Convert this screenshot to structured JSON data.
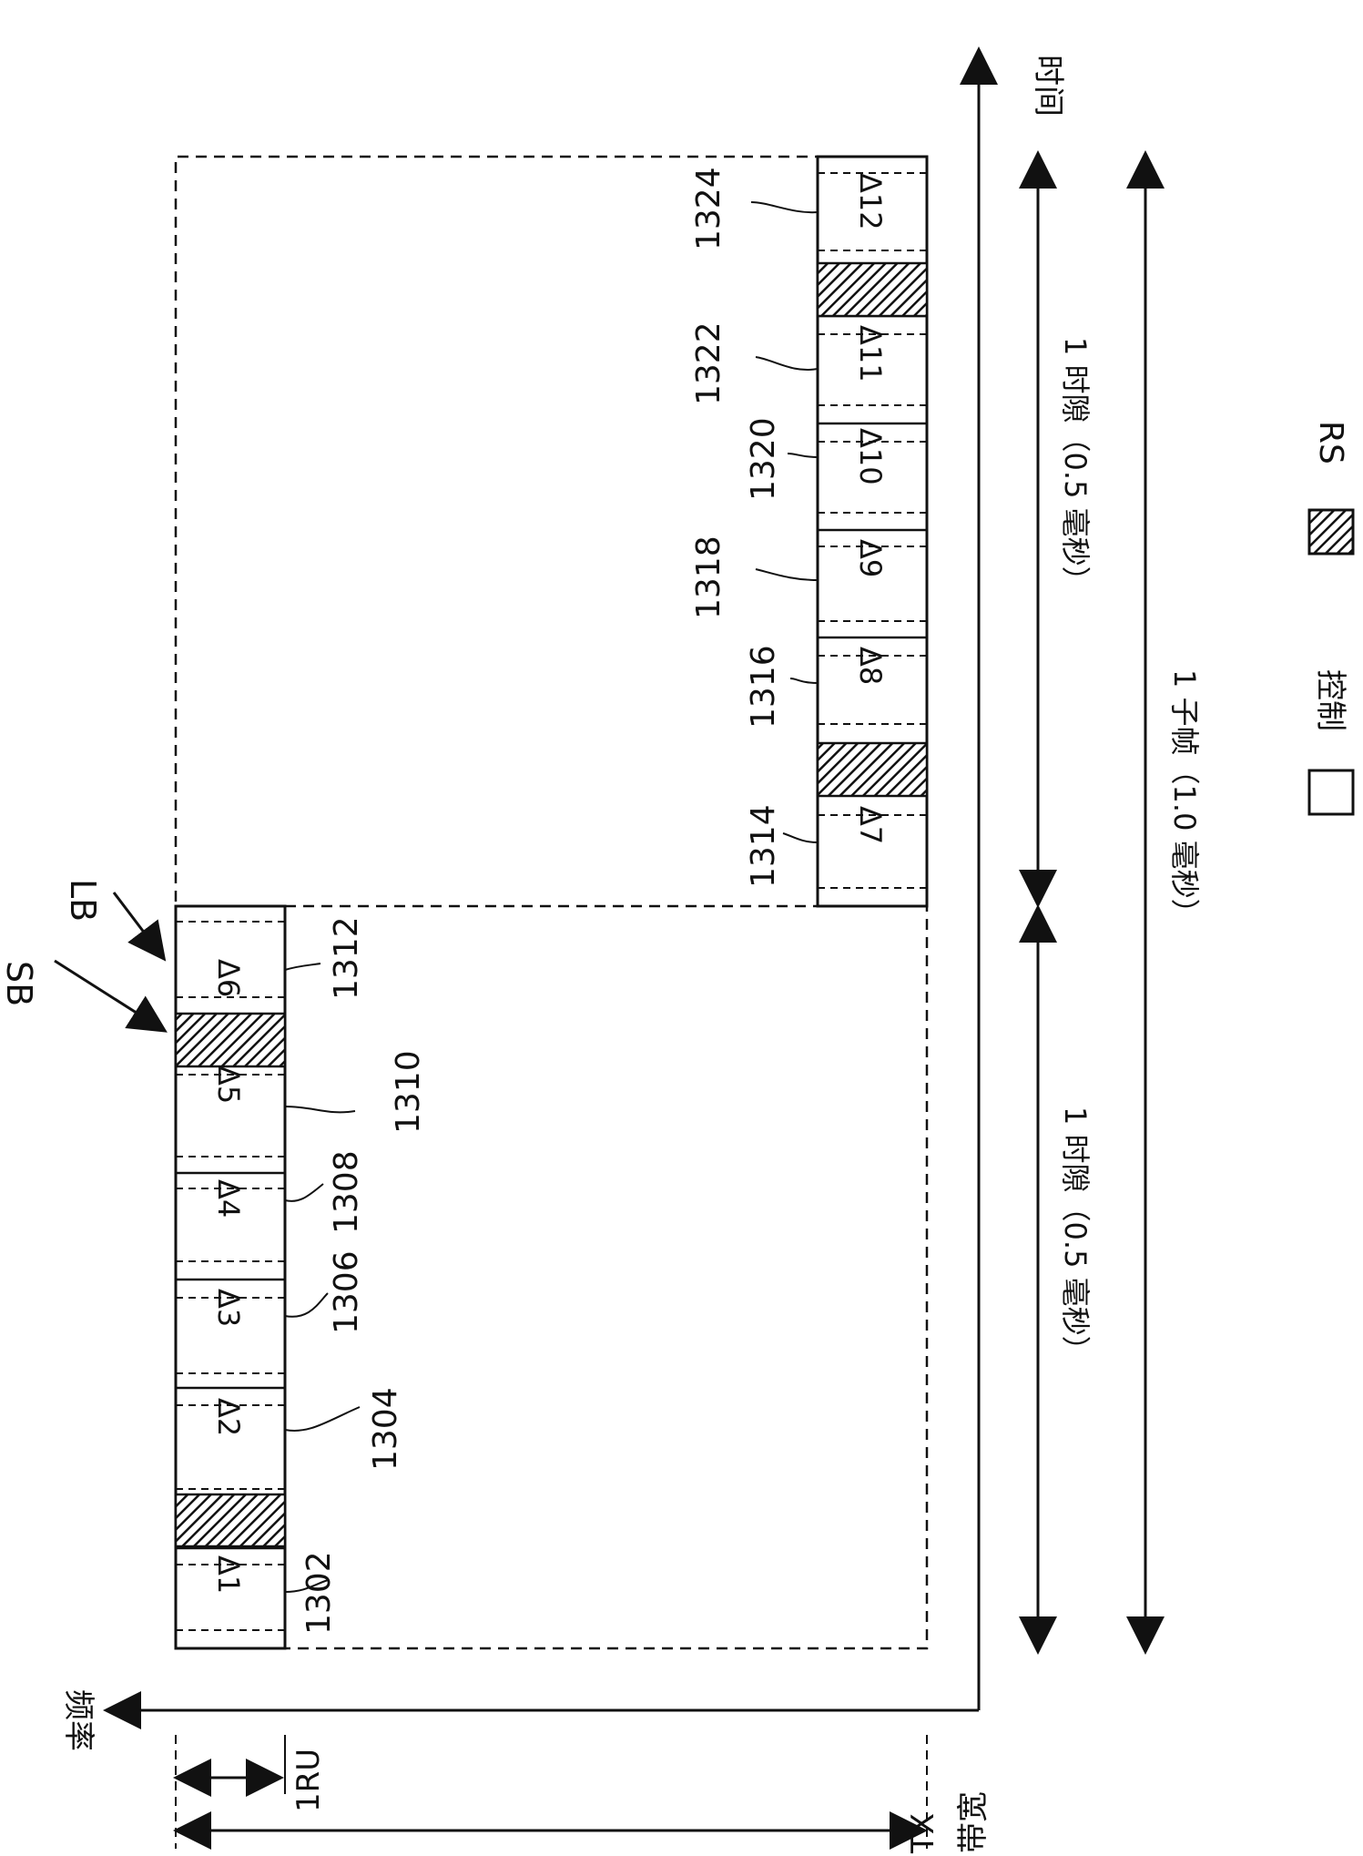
{
  "axes": {
    "time": "时间",
    "frequency": "频率"
  },
  "top_labels": {
    "sb": "SB",
    "lb": "LB"
  },
  "blocks": {
    "d1": "Δ1",
    "d2": "Δ2",
    "d3": "Δ3",
    "d4": "Δ4",
    "d5": "Δ5",
    "d6": "Δ6",
    "d7": "Δ7",
    "d8": "Δ8",
    "d9": "Δ9",
    "d10": "Δ10",
    "d11": "Δ11",
    "d12": "Δ12"
  },
  "refs": {
    "r1302": "1302",
    "r1304": "1304",
    "r1306": "1306",
    "r1308": "1308",
    "r1310": "1310",
    "r1312": "1312",
    "r1314": "1314",
    "r1316": "1316",
    "r1318": "1318",
    "r1320": "1320",
    "r1322": "1322",
    "r1324": "1324"
  },
  "spans": {
    "slot1": "1 时隙（0.5 毫秒）",
    "slot2": "1 时隙（0.5 毫秒）",
    "subframe": "1 子帧（1.0 毫秒）"
  },
  "bandwidth": {
    "ru": "1RU",
    "tx_line1": "TX",
    "tx_line2": "带宽"
  },
  "legend": {
    "control": "控制",
    "rs": "RS"
  },
  "colors": {
    "ink": "#111111",
    "background": "#ffffff"
  }
}
